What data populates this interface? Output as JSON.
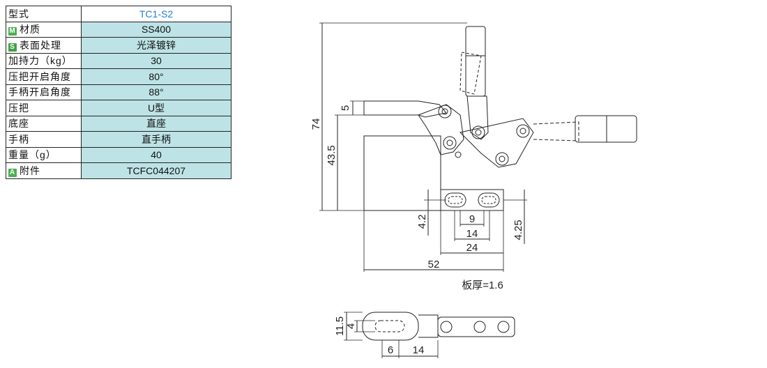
{
  "colors": {
    "badge_m": "#4caf50",
    "badge_s": "#43a047",
    "badge_a": "#4caf50",
    "model_value": "#1f7fd0",
    "table_fill": "#bde3e6"
  },
  "table": {
    "rows": [
      {
        "label": "型式",
        "value": "TC1-S2"
      },
      {
        "badge": "M",
        "label": "材质",
        "value": "SS400"
      },
      {
        "badge": "S",
        "label": "表面处理",
        "value": "光泽镀锌"
      },
      {
        "label": "加持力（kg）",
        "value": "30"
      },
      {
        "label": "压把开启角度",
        "value": "80°"
      },
      {
        "label": "手柄开启角度",
        "value": "88°"
      },
      {
        "label": "压把",
        "value": "U型"
      },
      {
        "label": "底座",
        "value": "直座"
      },
      {
        "label": "手柄",
        "value": "直手柄"
      },
      {
        "label": "重量（g）",
        "value": "40"
      },
      {
        "badge": "A",
        "label": "附件",
        "value": "TCFC044207"
      }
    ]
  },
  "dims": {
    "d74": "74",
    "d5": "5",
    "d43_5": "43.5",
    "d4_2": "4.2",
    "d9": "9",
    "d14": "14",
    "d24": "24",
    "d4_25": "4.25",
    "d52": "52",
    "thickness": "板厚=1.6",
    "d11_5": "11.5",
    "d4": "4",
    "d6": "6",
    "d14b": "14"
  }
}
